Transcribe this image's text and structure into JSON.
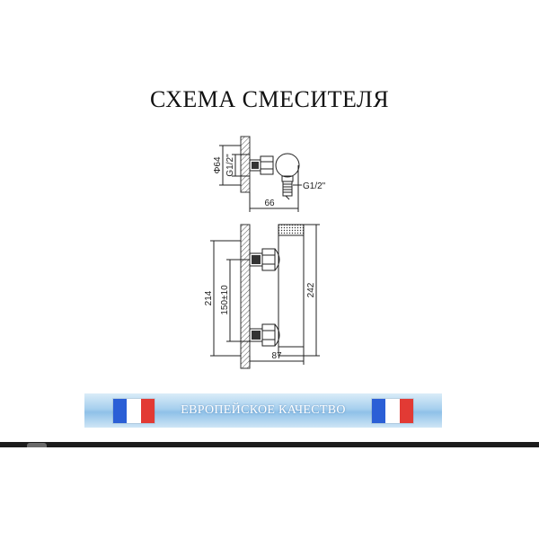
{
  "title": "СХЕМА СМЕСИТЕЛЯ",
  "labels": {
    "dia_top": "Φ64",
    "thread_left": "G1/2\"",
    "thread_outlet": "G1/2\"",
    "dim_66": "66",
    "dim_214": "214",
    "dim_150": "150±10",
    "dim_242": "242",
    "dim_87": "87"
  },
  "banner": {
    "text": "ЕВРОПЕЙСКОЕ КАЧЕСТВО"
  }
}
